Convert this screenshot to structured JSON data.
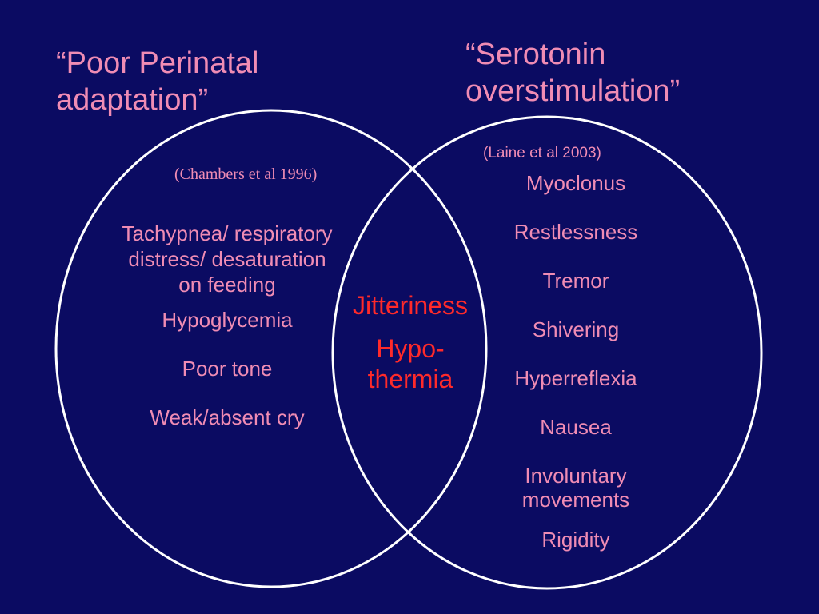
{
  "slide": {
    "background_color": "#0b0b62",
    "circle_color": "#ffffff",
    "text_color": "#f08cb4",
    "overlap_text_color": "#ff2a2a"
  },
  "left_set": {
    "title": "“Poor Perinatal adaptation”",
    "citation": "(Chambers et al 1996)",
    "items": [
      "Tachypnea/ respiratory distress/ desaturation on feeding",
      "Hypoglycemia",
      "Poor tone",
      "Weak/absent cry"
    ]
  },
  "right_set": {
    "title": "“Serotonin overstimulation”",
    "citation": "(Laine et al 2003)",
    "items": [
      "Myoclonus",
      "Restlessness",
      "Tremor",
      "Shivering",
      "Hyperreflexia",
      "Nausea",
      "Involuntary movements",
      "Rigidity"
    ]
  },
  "overlap": {
    "items": [
      "Jitteriness",
      "Hypo- thermia"
    ]
  }
}
